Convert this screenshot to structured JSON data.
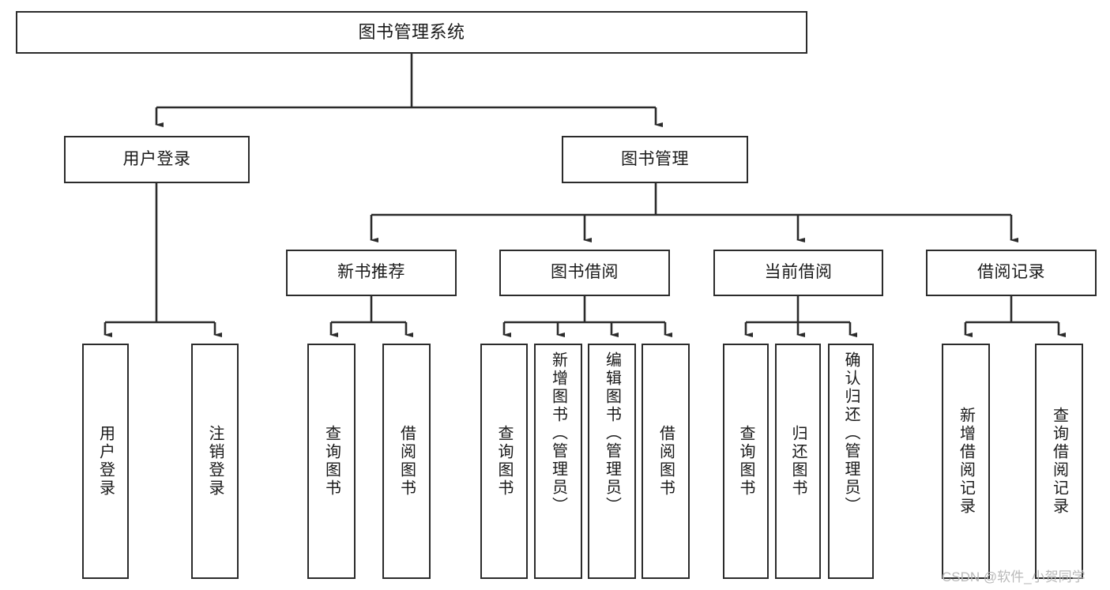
{
  "diagram": {
    "title": "图书管理系统",
    "type": "tree",
    "colors": {
      "box_border": "#2b2b2b",
      "box_fill": "#ffffff",
      "edge": "#2b2b2b",
      "text": "#1a1a1a",
      "watermark": "#b9b9b9",
      "background": "#ffffff"
    },
    "root": {
      "label": "图书管理系统"
    },
    "level2": [
      {
        "label": "用户登录"
      },
      {
        "label": "图书管理"
      }
    ],
    "level3": [
      {
        "label": "新书推荐"
      },
      {
        "label": "图书借阅"
      },
      {
        "label": "当前借阅"
      },
      {
        "label": "借阅记录"
      }
    ],
    "leaves": {
      "user_login": [
        {
          "label": "用户登录"
        },
        {
          "label": "注销登录"
        }
      ],
      "new_book": [
        {
          "label": "查询图书"
        },
        {
          "label": "借阅图书"
        }
      ],
      "book_borrow": [
        {
          "label": "查询图书"
        },
        {
          "label": "新增图书（管理员）"
        },
        {
          "label": "编辑图书（管理员）"
        },
        {
          "label": "借阅图书"
        }
      ],
      "current_borrow": [
        {
          "label": "查询图书"
        },
        {
          "label": "归还图书"
        },
        {
          "label": "确认归还（管理员）"
        }
      ],
      "borrow_record": [
        {
          "label": "新增借阅记录"
        },
        {
          "label": "查询借阅记录"
        }
      ]
    }
  },
  "watermark": {
    "text": "CSDN @软件_小贺同学"
  }
}
